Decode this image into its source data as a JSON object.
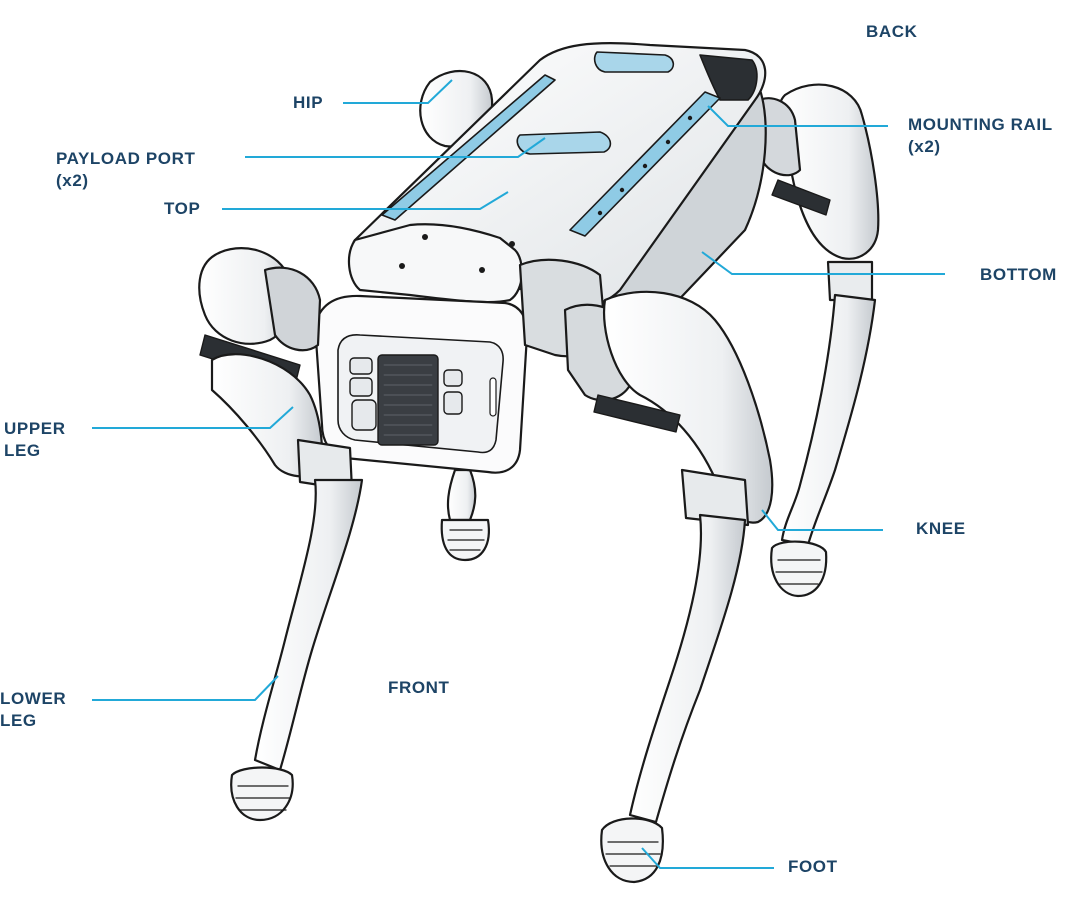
{
  "colors": {
    "label_text": "#1d4466",
    "leader_line": "#22a9d8",
    "body_fill": "#ffffff",
    "outline": "#1a1a1a",
    "shade": "#b9bec3",
    "dark_part": "#2b2f33",
    "payload_port_blue": "#a9d6ea",
    "mounting_rail_blue": "#8fcbe5"
  },
  "labels": {
    "back": "BACK",
    "hip": "HIP",
    "mounting_rail": "MOUNTING RAIL\n(x2)",
    "payload_port": "PAYLOAD PORT\n(x2)",
    "top": "TOP",
    "bottom": "BOTTOM",
    "upper_leg": "UPPER\nLEG",
    "knee": "KNEE",
    "lower_leg": "LOWER\nLEG",
    "front": "FRONT",
    "foot": "FOOT"
  },
  "illustration": {
    "subject": "quadruped robot",
    "icon": "robot-dog-illustration"
  }
}
